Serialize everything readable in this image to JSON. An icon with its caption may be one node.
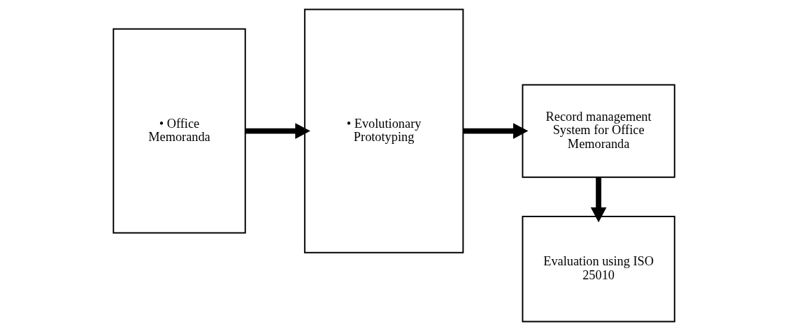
{
  "diagram": {
    "nodes": [
      {
        "text": [
          "• Office Memoranda"
        ]
      },
      {
        "text": [
          "• Evolutionary Prototyping"
        ]
      },
      {
        "text": [
          "Record management System for Office Memoranda"
        ]
      },
      {
        "text": [
          "Evaluation using ISO 25010"
        ]
      }
    ],
    "edges": [
      {
        "from": 0,
        "to": 1,
        "arrow": "to"
      },
      {
        "from": 1,
        "to": 2,
        "arrow": "to"
      },
      {
        "from": 2,
        "to": 3,
        "arrow": "to"
      }
    ]
  }
}
